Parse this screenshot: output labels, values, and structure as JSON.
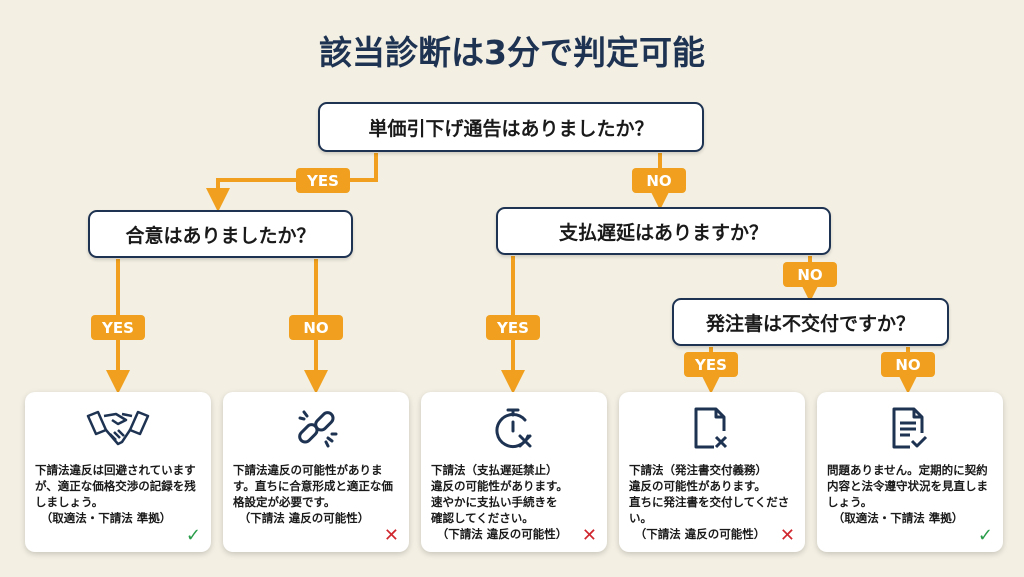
{
  "title": "該当診断は3分で判定可能",
  "questions": {
    "q1": "単価引下げ通告はありましたか？",
    "q2": "合意はありましたか？",
    "q3": "支払遅延はありますか？",
    "q4": "発注書は不交付ですか？"
  },
  "labels": {
    "yes": "YES",
    "no": "NO"
  },
  "cards": [
    {
      "icon": "handshake-icon",
      "text": "下請法違反は回避されていますが、適正な価格交渉の記録を残しましょう。\n　（取適法・下請法 準拠）",
      "result": "ok",
      "mark": "✓"
    },
    {
      "icon": "broken-link-icon",
      "text": "下請法違反の可能性があります。直ちに合意形成と適正な価格設定が必要です。\n　（下請法 違反の可能性）",
      "result": "ng",
      "mark": "✕"
    },
    {
      "icon": "stopwatch-x-icon",
      "text": "下請法（支払遅延禁止）\n違反の可能性があります。\n速やかに支払い手続きを\n確認してください。\n　（下請法 違反の可能性）",
      "result": "ng",
      "mark": "✕"
    },
    {
      "icon": "document-x-icon",
      "text": "下請法（発注書交付義務）\n違反の可能性があります。\n直ちに発注書を交付してください。\n　（下請法 違反の可能性）",
      "result": "ng",
      "mark": "✕"
    },
    {
      "icon": "document-check-icon",
      "text": "問題ありません。定期的に契約内容と法令遵守状況を見直しましょう。\n　（取適法・下請法 準拠）",
      "result": "ok",
      "mark": "✓"
    }
  ],
  "colors": {
    "accent": "#f0a01e",
    "navy": "#1e3352",
    "ok": "#2a9d4a",
    "ng": "#d0262e"
  }
}
